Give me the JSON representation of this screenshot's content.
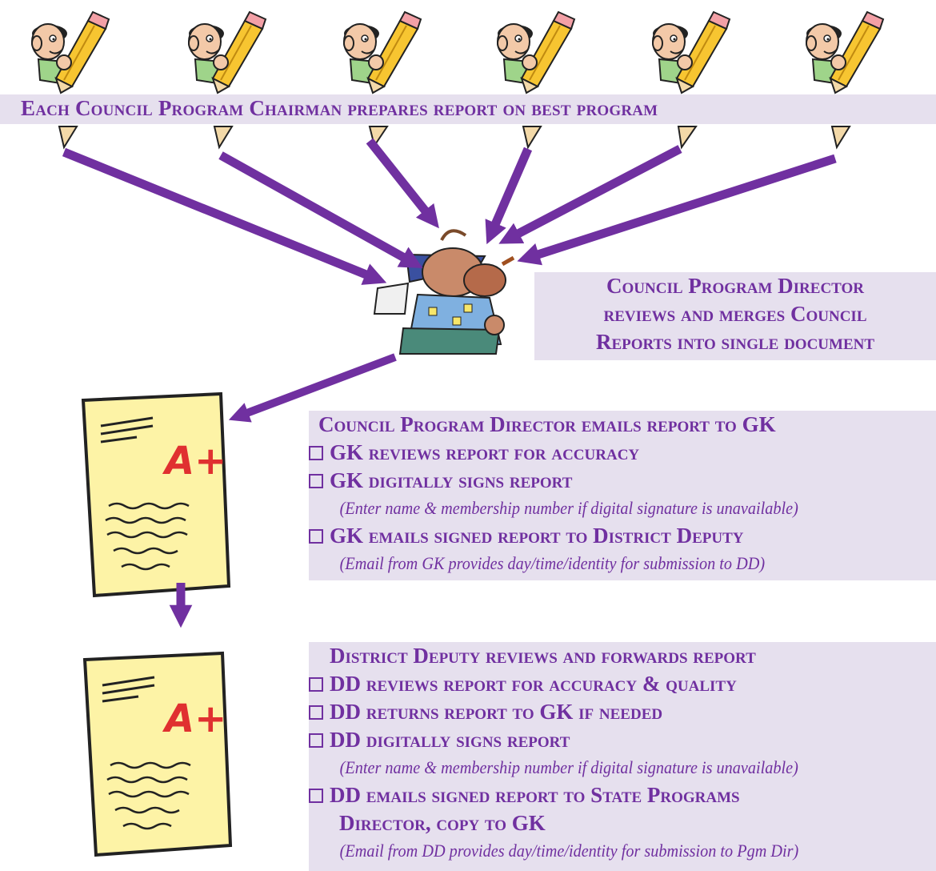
{
  "top_banner": "Each Council Program Chairman prepares report on best program",
  "director": {
    "lines": [
      "Council Program Director",
      "reviews and merges Council",
      "Reports into single document"
    ]
  },
  "box1": {
    "heading": "Council Program Director emails report to GK",
    "items": [
      {
        "text": "GK reviews report for accuracy"
      },
      {
        "text": "GK digitally signs report",
        "note": "(Enter name & membership number if digital signature is unavailable)"
      },
      {
        "text": "GK emails signed report to District Deputy",
        "note": "(Email from GK provides day/time/identity  for submission to DD)"
      }
    ]
  },
  "box2": {
    "heading": "District Deputy reviews and forwards report",
    "items": [
      {
        "text": "DD reviews report for accuracy & quality"
      },
      {
        "text": "DD returns report to GK if needed"
      },
      {
        "text": "DD digitally signs report",
        "note": "(Enter name & membership number if digital signature is unavailable)"
      },
      {
        "text": "DD emails signed report to State Programs",
        "cont": "Director, copy to GK",
        "note": "(Email from DD provides day/time/identity  for submission to Pgm Dir)"
      }
    ]
  },
  "report_grade": "A+",
  "colors": {
    "arrow": "#7030a0",
    "banner_bg": "#e6e0ee",
    "paper": "#fdf3a6",
    "grade": "#e03030"
  },
  "icons": [
    "cartoon-chairman-with-pencil-icon",
    "grumpy-director-cartoon-icon",
    "graded-report-paper-icon"
  ]
}
